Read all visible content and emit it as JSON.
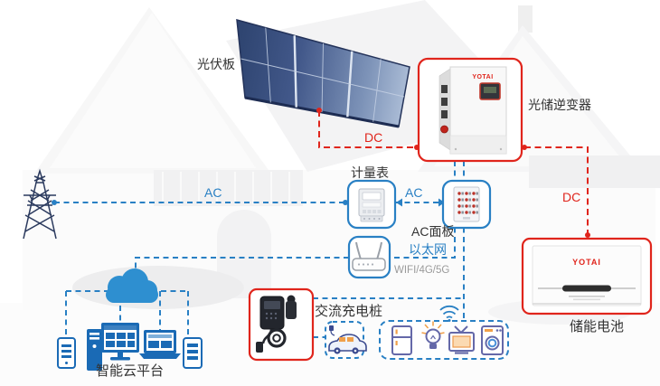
{
  "colors": {
    "dc_red": "#e0251c",
    "ac_blue": "#2980c4",
    "cloud_blue": "#2e8fd0",
    "device_blue": "#1a6ab5",
    "tower_navy": "#2b3a5e",
    "label_dark": "#333333",
    "label_gray": "#9a9a9a"
  },
  "nodes": {
    "solar_panel": {
      "label": "光伏板"
    },
    "inverter": {
      "label": "光储逆变器",
      "logo": "YOTAI"
    },
    "battery": {
      "label": "储能电池",
      "logo": "YOTAI"
    },
    "meter": {
      "label": "计量表"
    },
    "ac_panel": {
      "label": "AC面板"
    },
    "router": {
      "ethernet_label": "以太网",
      "wifi_label": "WIFI/4G/5G"
    },
    "ev_charger": {
      "label": "交流充电桩"
    },
    "cloud_platform": {
      "label": "智能云平台"
    },
    "appliances": {
      "items": [
        "fridge-icon",
        "bulb-icon",
        "tv-icon",
        "washing-machine-icon"
      ]
    }
  },
  "connections": {
    "pv_to_inverter": "DC",
    "inverter_to_battery": "DC",
    "grid_to_meter": "AC",
    "meter_to_acpanel": "AC"
  }
}
